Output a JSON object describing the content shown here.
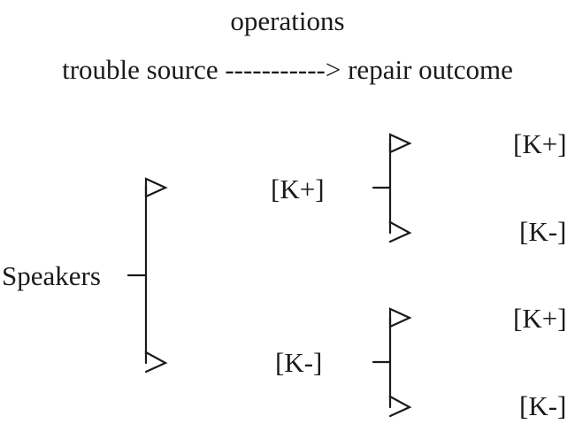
{
  "header": {
    "title": "operations",
    "subtitle": "trouble source -----------> repair outcome"
  },
  "tree": {
    "root": "Speakers",
    "branches": [
      {
        "label": "[K+]",
        "outcomes": [
          "[K+]",
          "[K-]"
        ]
      },
      {
        "label": "[K-]",
        "outcomes": [
          "[K+]",
          "[K-]"
        ]
      }
    ]
  },
  "colors": {
    "ink": "#1a1a1a",
    "background": "#ffffff"
  }
}
